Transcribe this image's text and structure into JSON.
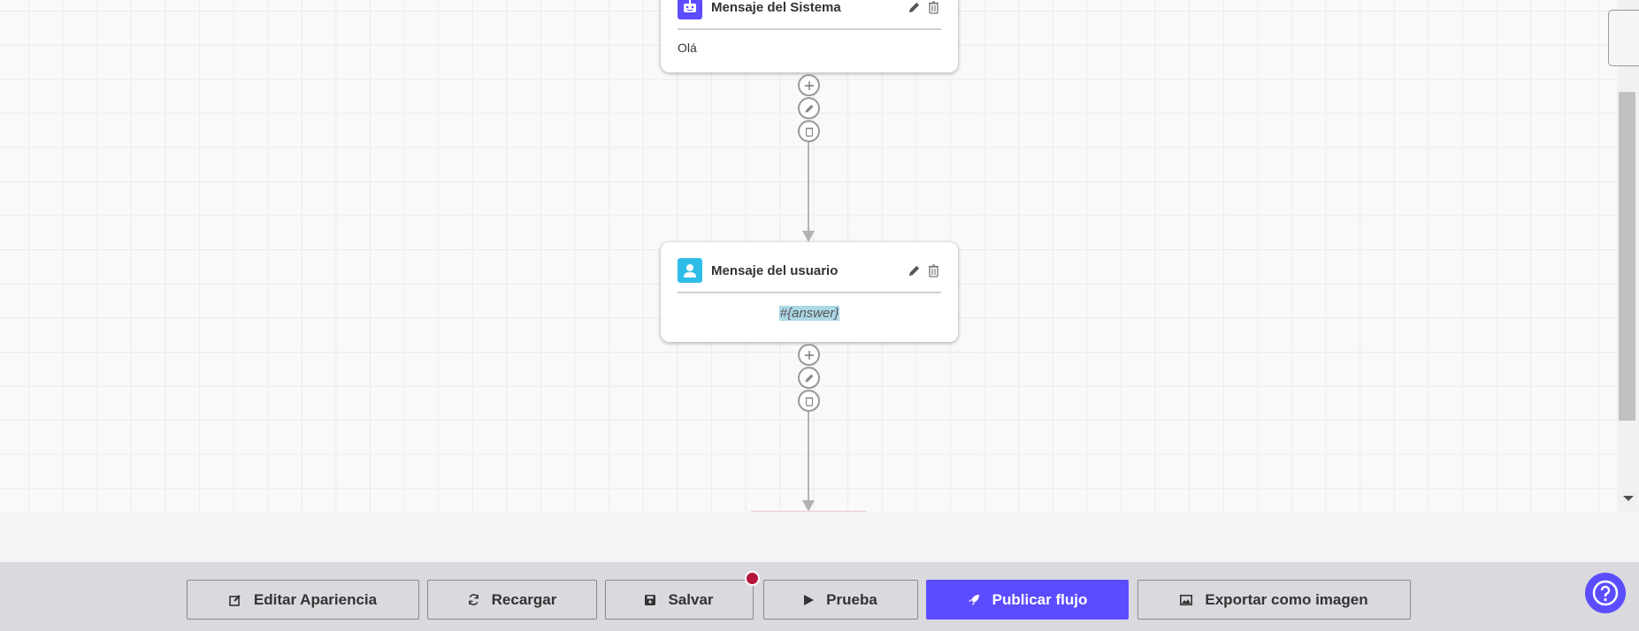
{
  "nodes": [
    {
      "title": "Mensaje del Sistema",
      "body": "Olá",
      "icon": "robot-icon",
      "color": "#5b4dff"
    },
    {
      "title": "Mensaje del usuario",
      "body": "#{answer}",
      "icon": "user-icon",
      "color": "#2fbce8"
    }
  ],
  "toolbar": {
    "edit_appearance": "Editar Apariencia",
    "reload": "Recargar",
    "save": "Salvar",
    "test": "Prueba",
    "publish": "Publicar flujo",
    "export": "Exportar como imagen"
  },
  "colors": {
    "accent": "#5b4dff",
    "unsaved_dot": "#b5173a",
    "variable_highlight": "#add8e6"
  }
}
